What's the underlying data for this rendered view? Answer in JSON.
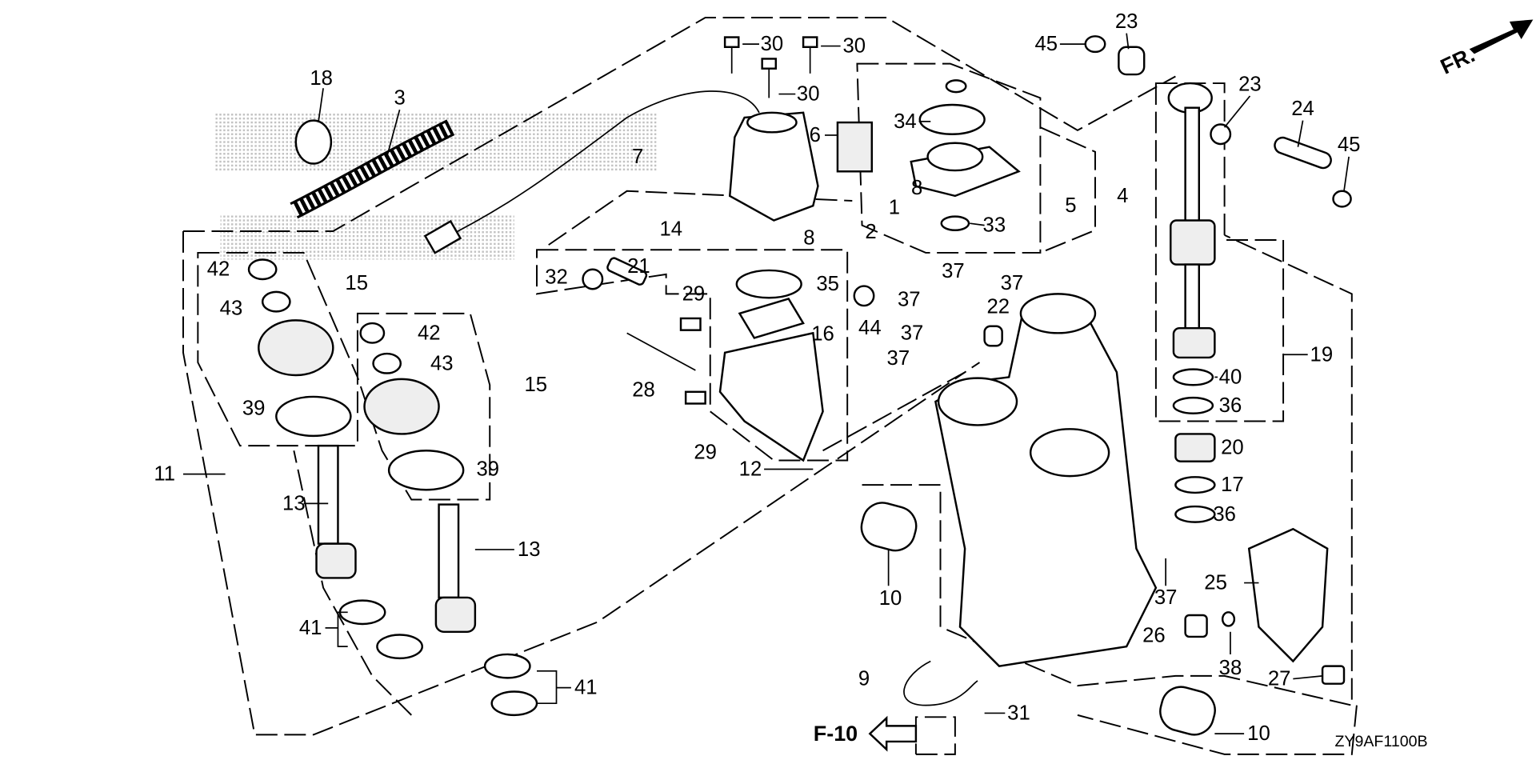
{
  "diagram_code": "ZY9AF1100B",
  "front_marker": "FR.",
  "reference": "F-10",
  "callouts": [
    "18",
    "3",
    "30",
    "30",
    "30",
    "6",
    "34",
    "7",
    "4",
    "5",
    "8",
    "1",
    "2",
    "8",
    "33",
    "45",
    "23",
    "23",
    "24",
    "45",
    "14",
    "15",
    "42",
    "43",
    "32",
    "21",
    "35",
    "29",
    "16",
    "44",
    "37",
    "37",
    "37",
    "22",
    "37",
    "37",
    "19",
    "40",
    "36",
    "42",
    "43",
    "15",
    "28",
    "39",
    "12",
    "29",
    "39",
    "20",
    "17",
    "36",
    "11",
    "13",
    "13",
    "10",
    "25",
    "37",
    "41",
    "26",
    "38",
    "27",
    "9",
    "41",
    "31",
    "10"
  ]
}
